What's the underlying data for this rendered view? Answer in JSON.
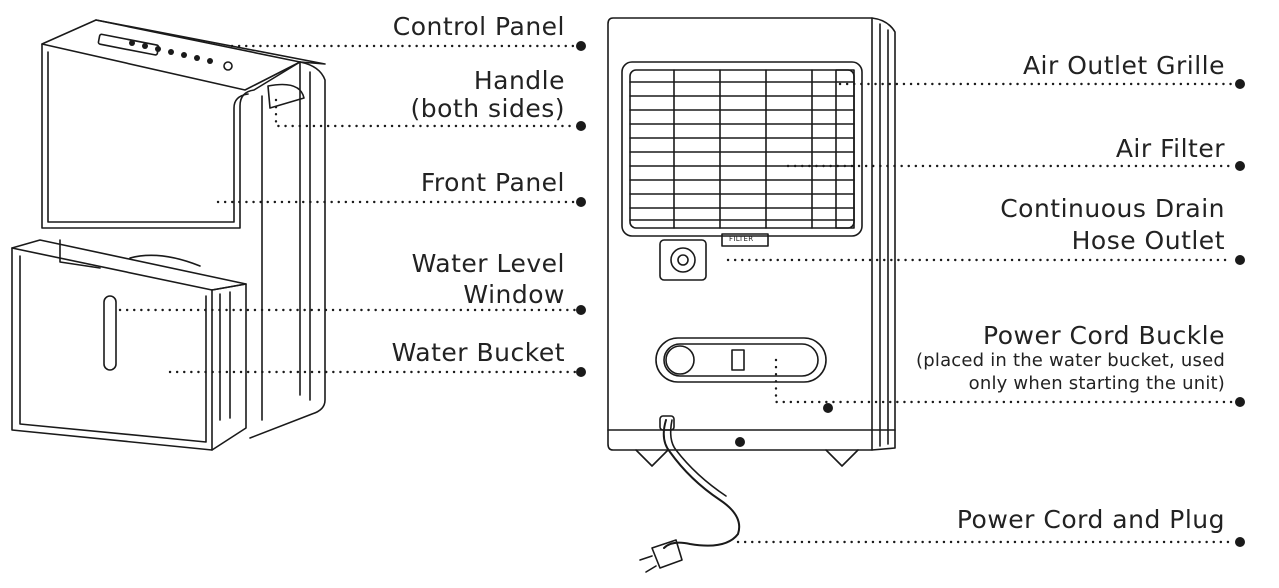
{
  "colors": {
    "line": "#1a1a1a",
    "text": "#222222",
    "background": "#ffffff"
  },
  "left_unit": {
    "control_panel": "Control Panel",
    "handle": "Handle",
    "handle_note": "(both sides)",
    "front_panel": "Front Panel",
    "water_level_line1": "Water Level",
    "water_level_line2": "Window",
    "water_bucket": "Water Bucket"
  },
  "right_unit": {
    "air_outlet_grille": "Air Outlet Grille",
    "air_filter": "Air Filter",
    "drain_line1": "Continuous Drain",
    "drain_line2": "Hose Outlet",
    "cord_buckle": "Power Cord Buckle",
    "cord_buckle_note1": "(placed in the water bucket, used",
    "cord_buckle_note2": "only when starting the unit)",
    "filter_tag": "FILTER",
    "power_cord": "Power Cord and Plug"
  }
}
